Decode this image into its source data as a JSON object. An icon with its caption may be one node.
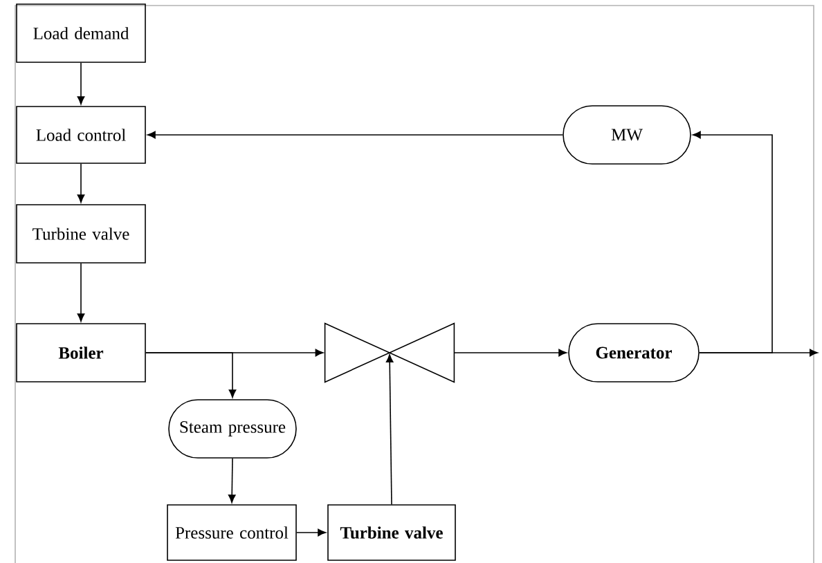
{
  "diagram": {
    "nodes": [
      {
        "text": [
          "Load demand"
        ]
      },
      {
        "text": [
          "Load control"
        ]
      },
      {
        "text": [
          "Turbine valve"
        ]
      },
      {
        "text": [
          "Boiler"
        ]
      },
      {
        "text": [
          "Steam pressure"
        ]
      },
      {
        "text": [
          "Pressure control"
        ]
      },
      {
        "text": [
          "Turbine valve"
        ]
      },
      {
        "text": [],
        "shape": "valve"
      },
      {
        "text": [
          "Generator"
        ]
      },
      {
        "text": [
          "MW"
        ]
      }
    ],
    "edges": [
      {
        "from": 0,
        "to": 1,
        "arrow": "to"
      },
      {
        "from": 1,
        "to": 2,
        "arrow": "to"
      },
      {
        "from": 2,
        "to": 3,
        "arrow": "to"
      },
      {
        "from": 3,
        "to": 7,
        "arrow": "to"
      },
      {
        "from": 3,
        "to": 4,
        "arrow": "to"
      },
      {
        "from": 4,
        "to": 5,
        "arrow": "to"
      },
      {
        "from": 5,
        "to": 6,
        "arrow": "to"
      },
      {
        "from": 6,
        "to": 7,
        "arrow": "to"
      },
      {
        "from": 7,
        "to": 8,
        "arrow": "to"
      },
      {
        "from": 8,
        "to": null,
        "arrow": "to"
      },
      {
        "from": 8,
        "to": 9,
        "arrow": "to"
      },
      {
        "from": 9,
        "to": 1,
        "arrow": "to"
      }
    ]
  }
}
